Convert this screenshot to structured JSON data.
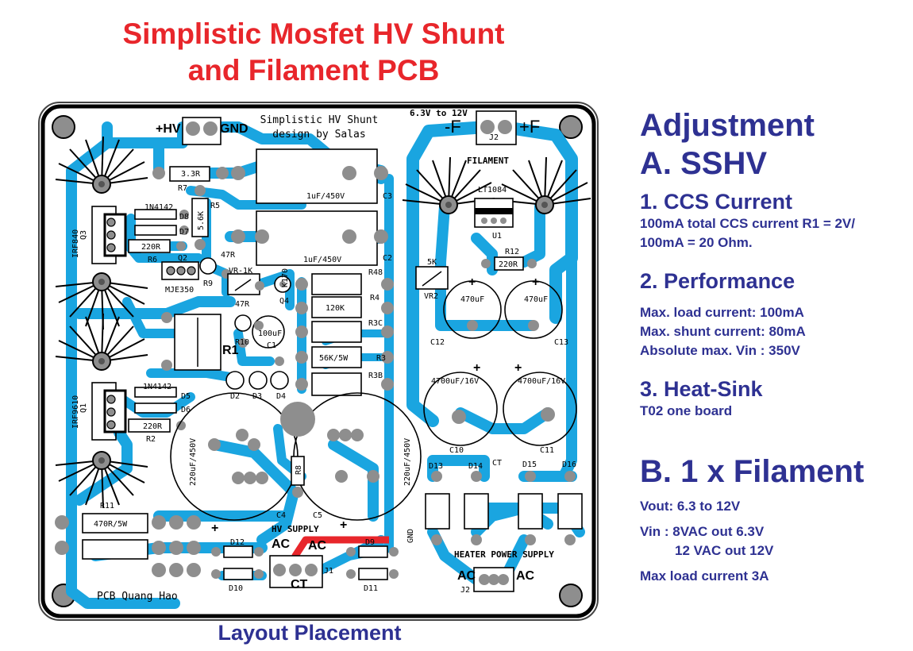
{
  "title": {
    "line1": "Simplistic Mosfet HV Shunt",
    "line2": "and Filament PCB"
  },
  "caption": "Layout Placement",
  "board": {
    "header_line1": "Simplistic HV Shunt",
    "header_line2": "design by Salas",
    "credit": "PCB Quang Hao",
    "hv_plus": "+HV",
    "gnd": "GND",
    "gnd_vertical": "GND",
    "fil_range": "6.3V to 12V",
    "fil_minus": "-F",
    "fil_plus": "+F",
    "filament": "FILAMENT",
    "heater_supply": "HEATER POWER SUPPLY",
    "hv_supply": "HV SUPPLY",
    "ac": "AC",
    "ct": "CT",
    "ct_small": "CT",
    "plus": "+",
    "components": {
      "r7_val": "3.3R",
      "r7": "R7",
      "r5": "R5",
      "r5_val": "5.6K",
      "c3_val": "1uF/450V",
      "c3": "C3",
      "c2_val": "1uF/450V",
      "c2": "C2",
      "d8_val": "1N4142",
      "d8": "D8",
      "d7": "D7",
      "q3_val": "IRF840",
      "q3": "Q3",
      "r6_val": "220R",
      "r6": "R6",
      "q2": "Q2",
      "q2_val": "MJE350",
      "r9_val": "47R",
      "r9": "R9",
      "vr1": "VR-1K",
      "q4_val": "K170",
      "q4": "Q4",
      "r48": "R48",
      "r4": "R4",
      "r4_val": "120K",
      "r10_val": "47R",
      "r10": "R10",
      "c1_val": "100uF",
      "c1": "C1",
      "r3c": "R3C",
      "r3": "R3",
      "r3_val": "56K/5W",
      "r3b": "R3B",
      "r1": "R1",
      "d2": "D2",
      "d3": "D3",
      "d4": "D4",
      "d6_val": "1N4142",
      "d5": "D5",
      "d6": "D6",
      "q1_val": "IRF9610",
      "q1": "Q1",
      "r2_val": "220R",
      "r2": "R2",
      "c4_val": "220uF/450V",
      "c4": "C4",
      "c5_val": "220uF/450V",
      "c5": "C5",
      "r8": "R8",
      "r11": "R11",
      "r11_val": "470R/5W",
      "d12": "D12",
      "d10": "D10",
      "d9": "D9",
      "d11": "D11",
      "j1": "J1",
      "j2": "J2",
      "j2b": "J2",
      "lt1084": "LT1084",
      "u1": "U1",
      "r12": "R12",
      "r12_val": "220R",
      "vr2_val": "5K",
      "vr2": "VR2",
      "c12_val": "470uF",
      "c12": "C12",
      "c13_val": "470uF",
      "c13": "C13",
      "c10_val": "4700uF/16V",
      "c10": "C10",
      "c11_val": "4700uF/16V",
      "c11": "C11",
      "d13": "D13",
      "d14": "D14",
      "d15": "D15",
      "d16": "D16"
    }
  },
  "panel": {
    "heading": "Adjustment",
    "section_a": "A. SSHV",
    "item1_title": "1. CCS Current",
    "item1_line1": "100mA total CCS current R1 = 2V/",
    "item1_line2": "100mA = 20 Ohm.",
    "item2_title": "2. Performance",
    "item2_line1": "Max. load current: 100mA",
    "item2_line2": "Max. shunt current: 80mA",
    "item2_line3": "Absolute max. Vin : 350V",
    "item3_title": "3. Heat-Sink",
    "item3_line1": "T02 one board",
    "section_b": "B. 1 x Filament",
    "fil_line1": "Vout:  6.3 to 12V",
    "fil_line2": "Vin : 8VAC out 6.3V",
    "fil_line3": "12 VAC out 12V",
    "fil_line4": "Max load current 3A"
  },
  "colors": {
    "title": "#e8262b",
    "text_blue": "#2e3192",
    "trace": "#1aa5e0",
    "pad": "#8e8e8e",
    "board_edge": "#000000",
    "red_trace": "#e8262b"
  }
}
